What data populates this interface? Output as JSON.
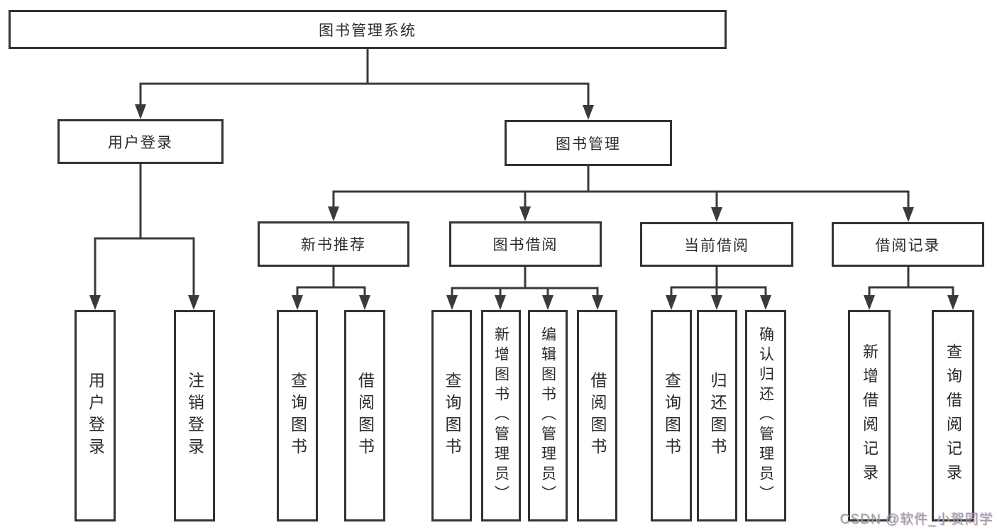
{
  "diagram": {
    "watermark": "CSDN @软件_小贺同学",
    "colors": {
      "line": "#3a3a3a",
      "box_border": "#333333",
      "box_fill": "#ffffff",
      "text": "#2b2b2b",
      "watermark": "#a0a0a0"
    }
  },
  "nodes": {
    "root": {
      "label": "图书管理系统"
    },
    "user_login_branch": {
      "label": "用户登录"
    },
    "book_mgmt_branch": {
      "label": "图书管理"
    },
    "new_book_rec": {
      "label": "新书推荐"
    },
    "book_borrow": {
      "label": "图书借阅"
    },
    "current_borrow": {
      "label": "当前借阅"
    },
    "borrow_records": {
      "label": "借阅记录"
    },
    "leaf_user_login": {
      "label": "用户登录"
    },
    "leaf_logout": {
      "label": "注销登录"
    },
    "leaf_rec_query_book": {
      "label": "查询图书"
    },
    "leaf_rec_borrow_book": {
      "label": "借阅图书"
    },
    "leaf_bb_query_book": {
      "label": "查询图书"
    },
    "leaf_bb_add_book": {
      "label": "新增图书（管理员）"
    },
    "leaf_bb_edit_book": {
      "label": "编辑图书（管理员）"
    },
    "leaf_bb_borrow_book": {
      "label": "借阅图书"
    },
    "leaf_cb_query_book": {
      "label": "查询图书"
    },
    "leaf_cb_return_book": {
      "label": "归还图书"
    },
    "leaf_cb_confirm_return": {
      "label": "确认归还（管理员）"
    },
    "leaf_br_add_record": {
      "label": "新增借阅记录"
    },
    "leaf_br_query_record": {
      "label": "查询借阅记录"
    }
  }
}
